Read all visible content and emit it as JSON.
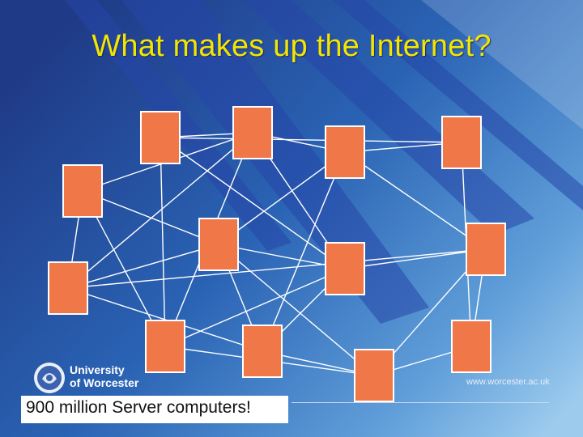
{
  "slide": {
    "title": "What makes up the Internet?",
    "caption": "900 million Server computers!"
  },
  "branding": {
    "logo_line1": "University",
    "logo_line2": "of Worcester",
    "website": "www.worcester.ac.uk"
  },
  "diagram": {
    "node_color": "#f07848",
    "node_border": "#ffffff",
    "link_color": "#ffffff",
    "nodes": [
      "n1",
      "n2",
      "n3",
      "n4",
      "n5",
      "n6",
      "n7",
      "n8",
      "n9",
      "n10",
      "n11",
      "n12",
      "n13",
      "n14"
    ],
    "links": [
      [
        "n1",
        "n2"
      ],
      [
        "n1",
        "n4"
      ],
      [
        "n1",
        "n7"
      ],
      [
        "n1",
        "n10"
      ],
      [
        "n2",
        "n3"
      ],
      [
        "n2",
        "n5"
      ],
      [
        "n2",
        "n7"
      ],
      [
        "n2",
        "n10"
      ],
      [
        "n2",
        "n11"
      ],
      [
        "n3",
        "n4"
      ],
      [
        "n3",
        "n6"
      ],
      [
        "n3",
        "n8"
      ],
      [
        "n3",
        "n12"
      ],
      [
        "n4",
        "n9"
      ],
      [
        "n5",
        "n6"
      ],
      [
        "n5",
        "n11"
      ],
      [
        "n6",
        "n7"
      ],
      [
        "n6",
        "n11"
      ],
      [
        "n6",
        "n12"
      ],
      [
        "n7",
        "n8"
      ],
      [
        "n7",
        "n12"
      ],
      [
        "n7",
        "n10"
      ],
      [
        "n8",
        "n9"
      ],
      [
        "n8",
        "n11"
      ],
      [
        "n8",
        "n13"
      ],
      [
        "n9",
        "n13"
      ],
      [
        "n10",
        "n14"
      ],
      [
        "n11",
        "n12"
      ],
      [
        "n12",
        "n13"
      ],
      [
        "n13",
        "n14"
      ],
      [
        "n5",
        "n10"
      ],
      [
        "n6",
        "n14"
      ]
    ]
  },
  "colors": {
    "background_dark": "#1d3f8c",
    "background_light": "#8fc3ea",
    "title": "#f2e600"
  }
}
